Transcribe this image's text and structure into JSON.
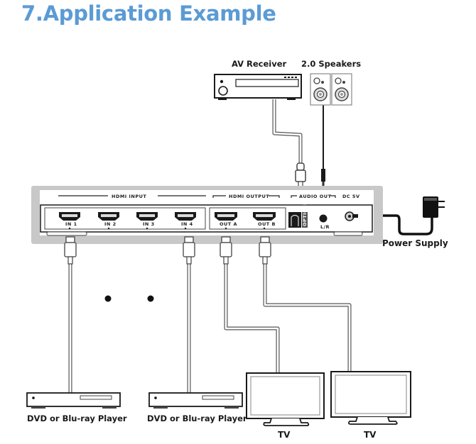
{
  "page": {
    "title": "7.Application Example"
  },
  "diagram": {
    "devices": {
      "av_receiver": "AV Receiver",
      "speakers": "2.0 Speakers",
      "power_supply": "Power Supply",
      "source_1": "DVD or Blu-ray Player",
      "source_2": "DVD or Blu-ray Player",
      "tv_1": "TV",
      "tv_2": "TV"
    },
    "switch_panel": {
      "hdmi_input_label": "HDMI INPUT",
      "hdmi_output_label": "HDMI OUTPUT",
      "audio_out_label": "AUDIO OUT",
      "dc_label": "DC 5V",
      "inputs": [
        "IN 1",
        "IN 2",
        "IN 3",
        "IN 4"
      ],
      "outputs": [
        "OUT A",
        "OUT B"
      ],
      "optical_label": "OPTICAL",
      "analog_label": "L/R"
    },
    "colors": {
      "title": "#5b9bd5",
      "panel_bezel": "#c8c8c8",
      "line": "#1a1a1a"
    }
  }
}
